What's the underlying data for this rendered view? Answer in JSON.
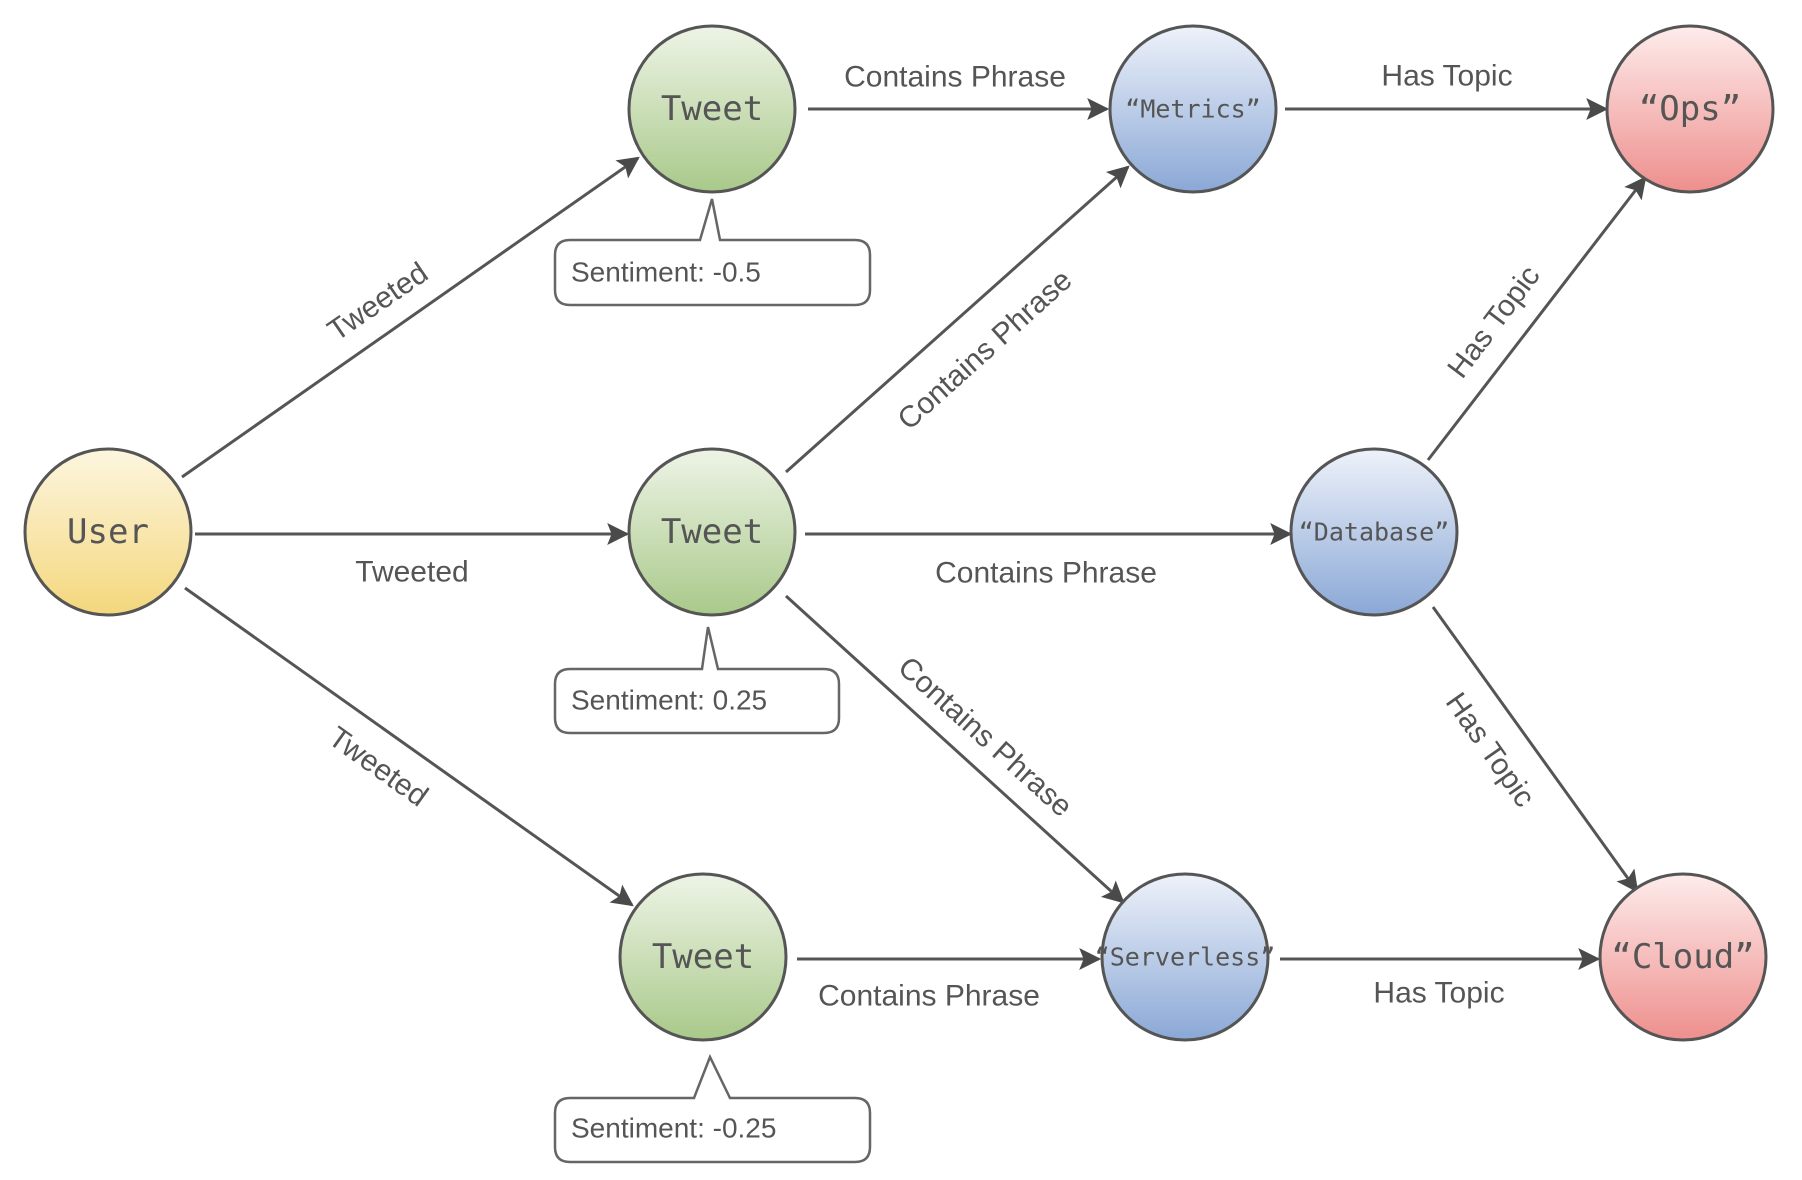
{
  "nodes": {
    "user": {
      "label": "User",
      "kind": "user"
    },
    "tweet_top": {
      "label": "Tweet",
      "kind": "tweet"
    },
    "tweet_mid": {
      "label": "Tweet",
      "kind": "tweet"
    },
    "tweet_bot": {
      "label": "Tweet",
      "kind": "tweet"
    },
    "phrase_metrics": {
      "label": "“Metrics”",
      "kind": "phrase"
    },
    "phrase_database": {
      "label": "“Database”",
      "kind": "phrase"
    },
    "phrase_serverless": {
      "label": "“Serverless”",
      "kind": "phrase"
    },
    "topic_ops": {
      "label": "“Ops”",
      "kind": "topic"
    },
    "topic_cloud": {
      "label": "“Cloud”",
      "kind": "topic"
    }
  },
  "edges": {
    "user_tweet_top": {
      "label": "Tweeted"
    },
    "user_tweet_mid": {
      "label": "Tweeted"
    },
    "user_tweet_bot": {
      "label": "Tweeted"
    },
    "tweet_top_metrics": {
      "label": "Contains Phrase"
    },
    "tweet_mid_metrics": {
      "label": "Contains Phrase"
    },
    "tweet_mid_database": {
      "label": "Contains Phrase"
    },
    "tweet_mid_serverless": {
      "label": "Contains Phrase"
    },
    "tweet_bot_serverless": {
      "label": "Contains Phrase"
    },
    "metrics_ops": {
      "label": "Has Topic"
    },
    "database_ops": {
      "label": "Has Topic"
    },
    "database_cloud": {
      "label": "Has Topic"
    },
    "serverless_cloud": {
      "label": "Has Topic"
    }
  },
  "callouts": {
    "tweet_top": {
      "text": "Sentiment: -0.5"
    },
    "tweet_mid": {
      "text": "Sentiment: 0.25"
    },
    "tweet_bot": {
      "text": "Sentiment: -0.25"
    }
  },
  "colors": {
    "user": "#f4d77c",
    "tweet": "#a9c98a",
    "phrase": "#8aa8d6",
    "topic": "#ee8f8d",
    "edge": "#555555",
    "outline": "#555555"
  }
}
